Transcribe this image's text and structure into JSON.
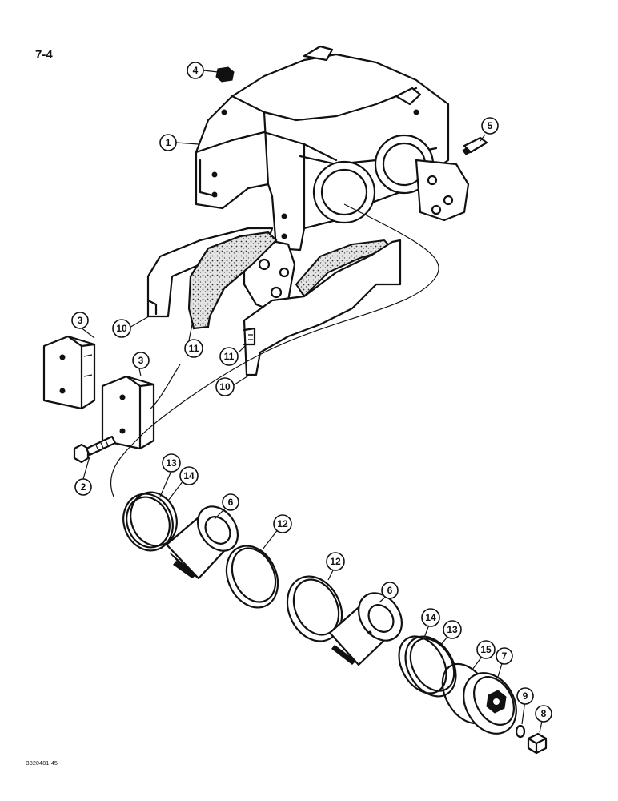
{
  "page": {
    "number": "7-4",
    "figure_code": "B820481-45"
  },
  "callouts": {
    "c1": "1",
    "c2": "2",
    "c3a": "3",
    "c3b": "3",
    "c4": "4",
    "c5": "5",
    "c6a": "6",
    "c6b": "6",
    "c7": "7",
    "c8": "8",
    "c9": "9",
    "c10a": "10",
    "c10b": "10",
    "c11a": "11",
    "c11b": "11",
    "c12a": "12",
    "c12b": "12",
    "c13a": "13",
    "c13b": "13",
    "c14a": "14",
    "c14b": "14",
    "c15": "15"
  },
  "colors": {
    "ink": "#111111",
    "paper": "#ffffff",
    "lining": "#d9d9d9"
  }
}
